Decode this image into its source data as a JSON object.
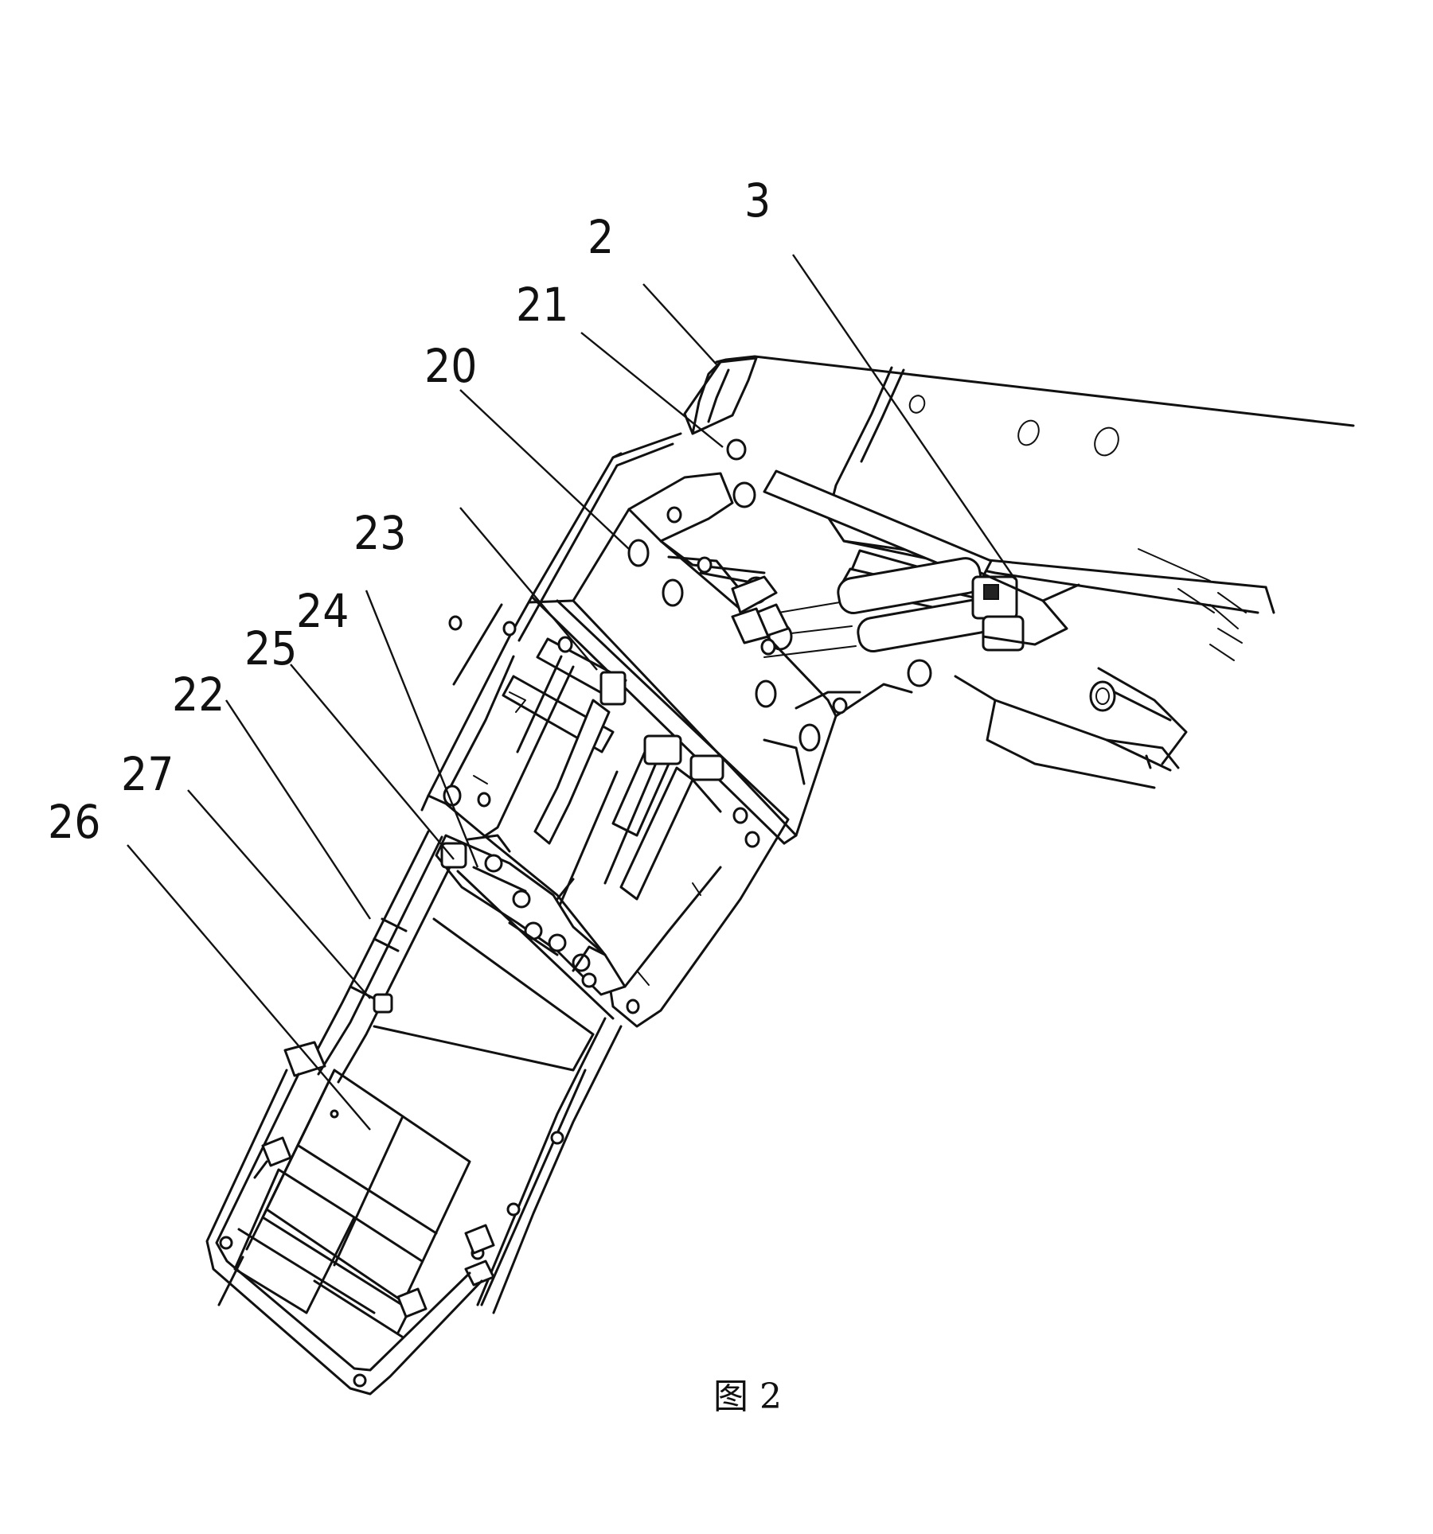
{
  "figure": {
    "caption": "图 2",
    "reference_labels": [
      {
        "id": "2",
        "text": "2"
      },
      {
        "id": "3",
        "text": "3"
      },
      {
        "id": "20",
        "text": "20"
      },
      {
        "id": "21",
        "text": "21"
      },
      {
        "id": "22",
        "text": "22"
      },
      {
        "id": "23",
        "text": "23"
      },
      {
        "id": "24",
        "text": "24"
      },
      {
        "id": "25",
        "text": "25"
      },
      {
        "id": "26",
        "text": "26"
      },
      {
        "id": "27",
        "text": "27"
      }
    ]
  }
}
